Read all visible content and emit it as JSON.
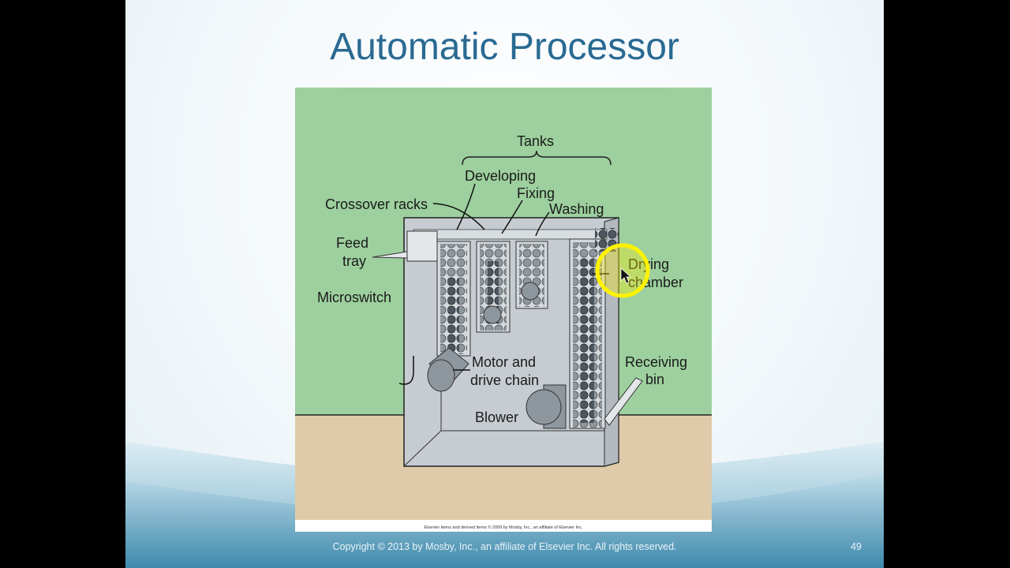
{
  "slide": {
    "title": "Automatic Processor",
    "copyright": "Copyright © 2013 by Mosby, Inc., an affiliate of Elsevier Inc. All rights reserved.",
    "slide_number": "49"
  },
  "diagram": {
    "labels": {
      "tanks": "Tanks",
      "developing": "Developing",
      "fixing": "Fixing",
      "washing": "Washing",
      "crossover": "Crossover racks",
      "feed_1": "Feed",
      "feed_2": "tray",
      "microswitch": "Microswitch",
      "drying_1": "Drying",
      "drying_2": "chamber",
      "motor_1": "Motor and",
      "motor_2": "drive chain",
      "receiving_1": "Receiving",
      "receiving_2": "bin",
      "blower": "Blower"
    },
    "credit": "Elsevier items and derived items © 2009 by Mosby, Inc., an affiliate of Elsevier Inc.",
    "colors": {
      "wall": "#9dd09e",
      "floor": "#dfcba9",
      "machine": "#c6ccd1",
      "roller": "#8f979e",
      "pointer": "#fff200"
    }
  }
}
